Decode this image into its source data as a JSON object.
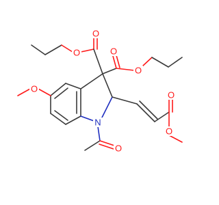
{
  "structure": {
    "atoms": [
      {
        "id": "ester1_o_dbl",
        "symbol": "O"
      },
      {
        "id": "ester1_o_single",
        "symbol": "O"
      },
      {
        "id": "ester2_o_dbl",
        "symbol": "O"
      },
      {
        "id": "ester2_o_single",
        "symbol": "O"
      },
      {
        "id": "methoxy_o",
        "symbol": "O"
      },
      {
        "id": "acetyl_o",
        "symbol": "O"
      },
      {
        "id": "ring_n",
        "symbol": "N"
      },
      {
        "id": "acrylate_o_dbl",
        "symbol": "O"
      },
      {
        "id": "acrylate_o_single",
        "symbol": "O"
      }
    ],
    "colors": {
      "bond": "#3a3a3a",
      "oxygen": "#ff1a1a",
      "nitrogen": "#1f2fbf"
    }
  }
}
